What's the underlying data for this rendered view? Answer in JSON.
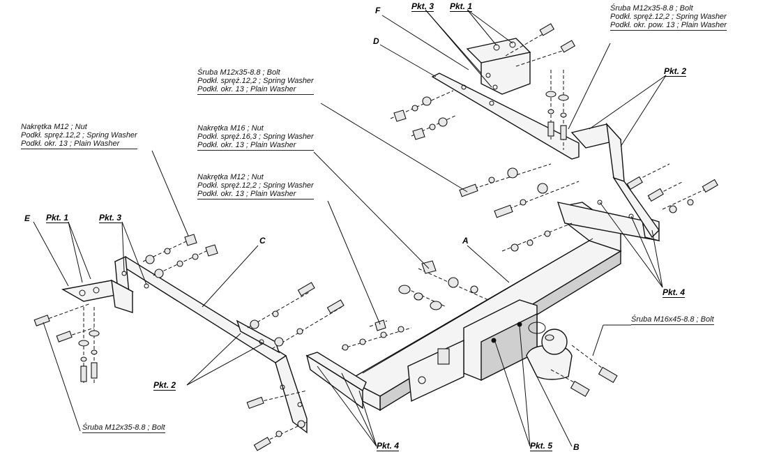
{
  "parts": {
    "a": "A",
    "b": "B",
    "c": "C",
    "d": "D",
    "e": "E",
    "f": "F"
  },
  "points": {
    "pkt1": "Pkt. 1",
    "pkt2": "Pkt. 2",
    "pkt3": "Pkt. 3",
    "pkt4": "Pkt. 4",
    "pkt5": "Pkt. 5"
  },
  "callouts": {
    "top_right": {
      "line1": "Śruba M12x35-8.8 ;  Bolt",
      "line2": "Podkł. spręż.12,2 ; Spring Washer",
      "line3": "Podkł. okr. pow. 13 ; Plain Washer"
    },
    "mid_top": {
      "line1": "Śruba M12x35-8.8 ;  Bolt",
      "line2": "Podkł. spręż.12,2 ; Spring Washer",
      "line3": "Podkł. okr. 13 ; Plain Washer"
    },
    "left_nut": {
      "line1": "Nakrętka  M12 ; Nut",
      "line2": "Podkł. spręż.12,2 ; Spring Washer",
      "line3": "Podkł. okr. 13 ; Plain Washer"
    },
    "m16_nut": {
      "line1": "Nakrętka  M16 ; Nut",
      "line2": "Podkł. spręż.16,3 ; Spring Washer",
      "line3": "Podkł. okr. 13 ; Plain Washer"
    },
    "m12_nut": {
      "line1": "Nakrętka  M12 ; Nut",
      "line2": "Podkł. spręż.12,2 ; Spring Washer",
      "line3": "Podkł. okr. 13 ; Plain Washer"
    },
    "bolt_m16": {
      "line1": "Śruba M16x45-8.8 ;  Bolt"
    },
    "bolt_bottom": {
      "line1": "Śruba M12x35-8.8 ;  Bolt"
    }
  }
}
